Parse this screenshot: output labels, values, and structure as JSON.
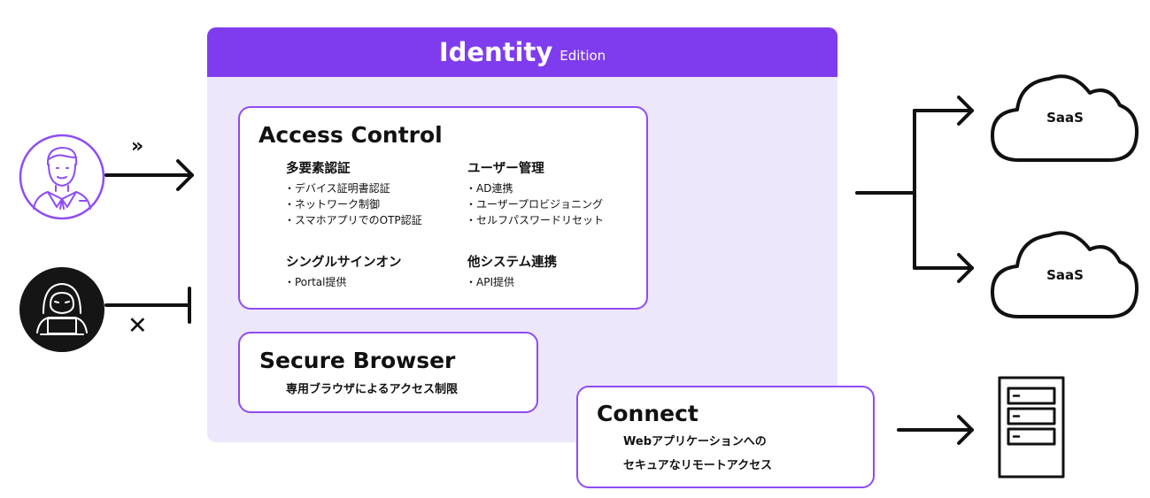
{
  "edition": {
    "title": "Identity",
    "subtitle": "Edition"
  },
  "access_control": {
    "title": "Access Control",
    "sections": [
      {
        "heading": "多要素認証",
        "items": [
          "・デバイス証明書認証",
          "・ネットワーク制御",
          "・スマホアプリでのOTP認証"
        ]
      },
      {
        "heading": "ユーザー管理",
        "items": [
          "・AD連携",
          "・ユーザープロビジョニング",
          "・セルフパスワードリセット"
        ]
      },
      {
        "heading": "シングルサインオン",
        "items": [
          "・Portal提供"
        ]
      },
      {
        "heading": "他システム連携",
        "items": [
          "・API提供"
        ]
      }
    ]
  },
  "secure_browser": {
    "title": "Secure Browser",
    "desc": "専用ブラウザによるアクセス制限"
  },
  "connect": {
    "title": "Connect",
    "desc_line1": "Webアプリケーションへの",
    "desc_line2": "セキュアなリモートアクセス"
  },
  "user_arrow_label": "»",
  "block_mark": "✕",
  "destinations": {
    "cloud1": "SaaS",
    "cloud2": "SaaS"
  },
  "icons": {
    "user": "user-icon",
    "attacker": "hacker-icon",
    "cloud": "cloud-icon",
    "server": "server-icon"
  },
  "colors": {
    "accent": "#7f3cee",
    "panel_bg": "#ede7fb",
    "border": "#8f4cf4"
  }
}
